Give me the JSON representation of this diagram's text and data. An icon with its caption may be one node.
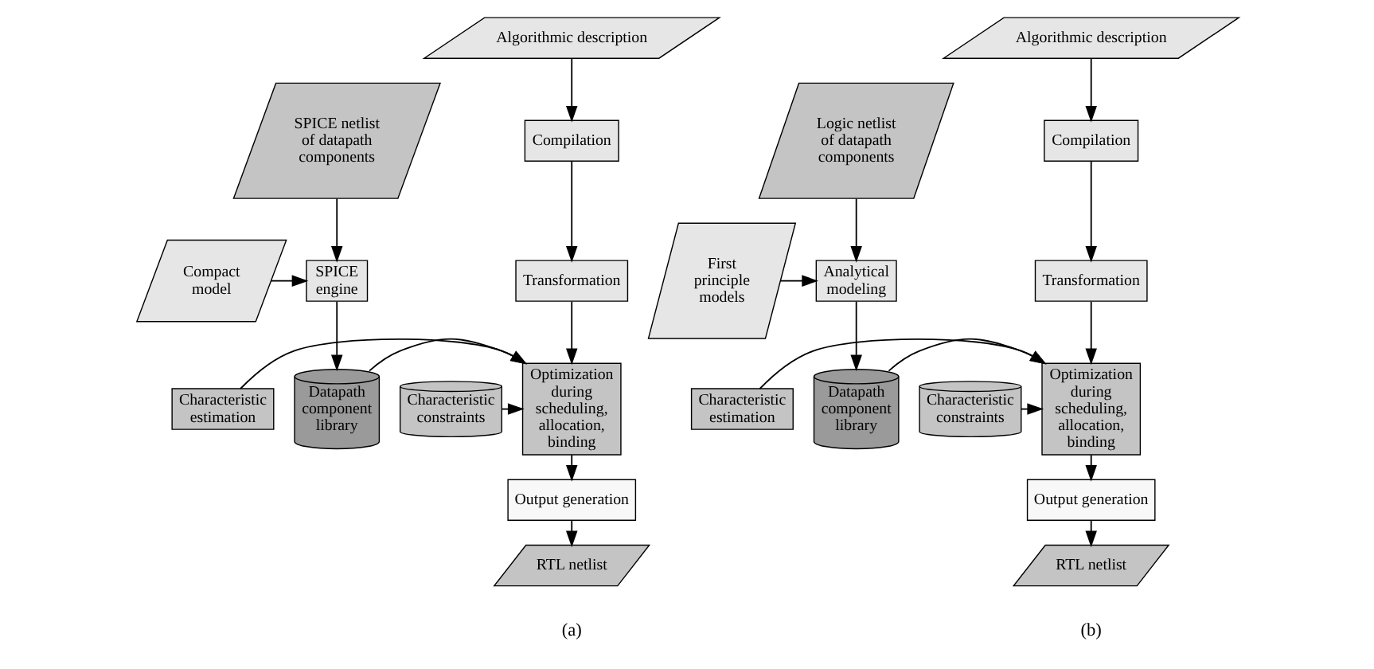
{
  "diagram": {
    "nodes": [
      {
        "text": [
          "Algorithmic description"
        ]
      },
      {
        "text": [
          "SPICE netlist of datapath components"
        ]
      },
      {
        "text": [
          "Compilation"
        ]
      },
      {
        "text": [
          "Transformation"
        ]
      },
      {
        "text": [
          "Compact model"
        ]
      },
      {
        "text": [
          "SPICE engine"
        ]
      },
      {
        "text": [
          "Optimization during scheduling, allocation, binding"
        ]
      },
      {
        "text": [
          "Characteristic estimation"
        ]
      },
      {
        "text": [
          "Datapath component library"
        ]
      },
      {
        "text": [
          "Characteristic constraints"
        ]
      },
      {
        "text": [
          "Output generation"
        ]
      },
      {
        "text": [
          "RTL netlist"
        ]
      },
      {
        "text": [
          "Algorithmic description"
        ]
      },
      {
        "text": [
          "Logic netlist of datapath components"
        ]
      },
      {
        "text": [
          "Compilation"
        ]
      },
      {
        "text": [
          "Transformation"
        ]
      },
      {
        "text": [
          "First principle models"
        ]
      },
      {
        "text": [
          "Analytical modeling"
        ]
      },
      {
        "text": [
          "Optimization during scheduling, allocation, binding"
        ]
      },
      {
        "text": [
          "Characteristic estimation"
        ]
      },
      {
        "text": [
          "Datapath component library"
        ]
      },
      {
        "text": [
          "Characteristic constraints"
        ]
      },
      {
        "text": [
          "Output generation"
        ]
      },
      {
        "text": [
          "RTL netlist"
        ]
      }
    ],
    "edges": [
      {
        "from": 0,
        "to": 2,
        "arrow": "to"
      },
      {
        "from": 2,
        "to": 3,
        "arrow": "to"
      },
      {
        "from": 3,
        "to": 6,
        "arrow": "to"
      },
      {
        "from": 1,
        "to": 5,
        "arrow": "to"
      },
      {
        "from": 4,
        "to": 5,
        "arrow": "to"
      },
      {
        "from": 5,
        "to": 8,
        "arrow": "to"
      },
      {
        "from": 7,
        "to": 6,
        "arrow": "to"
      },
      {
        "from": 8,
        "to": 6,
        "arrow": "to"
      },
      {
        "from": 9,
        "to": 6,
        "arrow": "to"
      },
      {
        "from": 6,
        "to": 10,
        "arrow": "to"
      },
      {
        "from": 10,
        "to": 11,
        "arrow": "to"
      },
      {
        "from": 12,
        "to": 14,
        "arrow": "to"
      },
      {
        "from": 14,
        "to": 15,
        "arrow": "to"
      },
      {
        "from": 15,
        "to": 18,
        "arrow": "to"
      },
      {
        "from": 13,
        "to": 17,
        "arrow": "to"
      },
      {
        "from": 16,
        "to": 17,
        "arrow": "to"
      },
      {
        "from": 17,
        "to": 20,
        "arrow": "to"
      },
      {
        "from": 19,
        "to": 18,
        "arrow": "to"
      },
      {
        "from": 20,
        "to": 18,
        "arrow": "to"
      },
      {
        "from": 21,
        "to": 18,
        "arrow": "to"
      },
      {
        "from": 18,
        "to": 22,
        "arrow": "to"
      },
      {
        "from": 22,
        "to": 23,
        "arrow": "to"
      }
    ],
    "labels": [
      "(a)",
      "(b)"
    ]
  }
}
